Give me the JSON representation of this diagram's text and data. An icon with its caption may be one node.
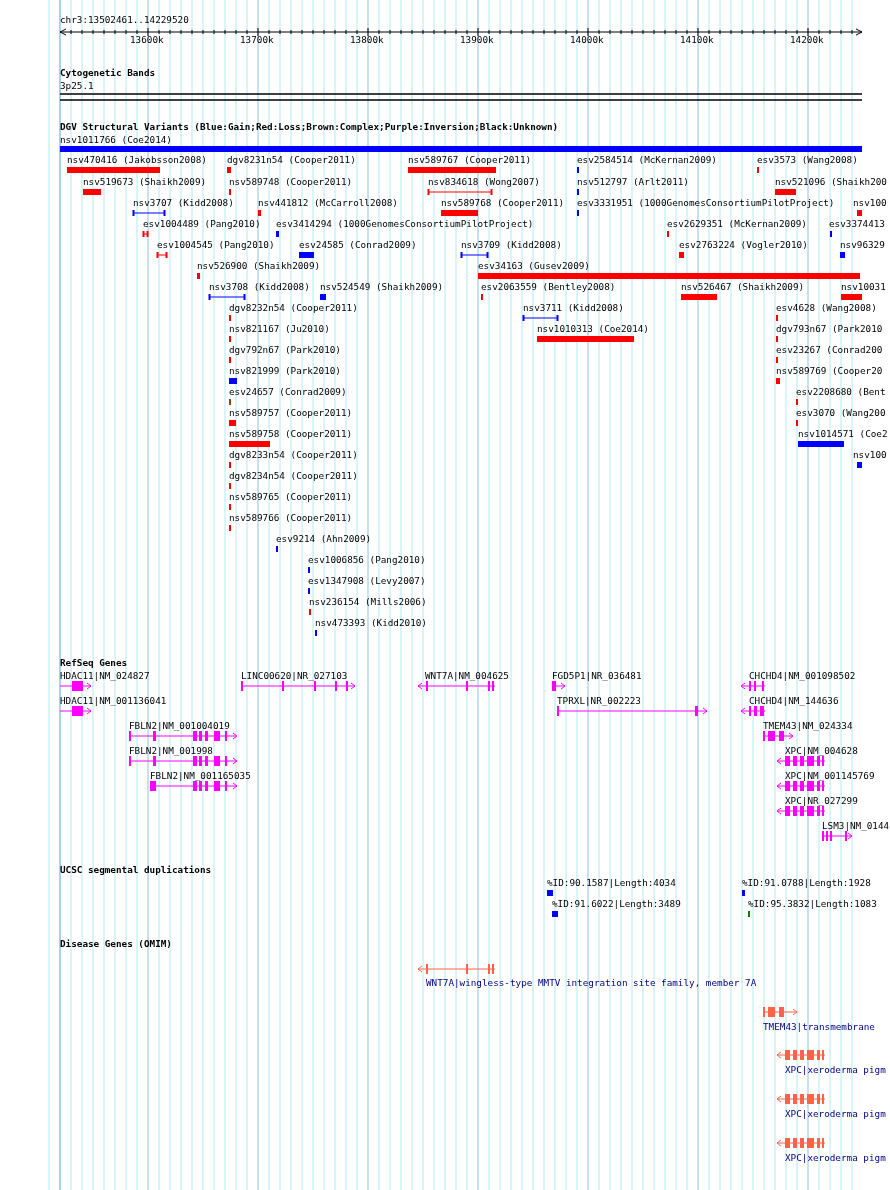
{
  "diagram": {
    "title": "chr3:13502461..14229520",
    "labels": [
      "13600k",
      "13700k",
      "13800k",
      "13900k",
      "14000k",
      "14100k",
      "14200k",
      "Cytogenetic Bands",
      "3p25.1",
      "DGV Structural Variants (Blue:Gain;Red:Loss;Brown:Complex;Purple:Inversion;Black:Unknown)",
      "nsv1011766 (Coe2014)",
      "nsv470416 (Jakobsson2008)",
      "dgv8231n54 (Cooper2011)",
      "nsv589767 (Cooper2011)",
      "esv2584514 (McKernan2009)",
      "esv3573 (Wang2008)",
      "nsv519673 (Shaikh2009)",
      "nsv589748 (Cooper2011)",
      "nsv834618 (Wong2007)",
      "nsv512797 (Arlt2011)",
      "nsv521096 (Shaikh200",
      "nsv3707 (Kidd2008)",
      "nsv441812 (McCarroll2008)",
      "nsv589768 (Cooper2011)",
      "esv3331951 (1000GenomesConsortiumPilotProject)",
      "nsv100",
      "esv1004489 (Pang2010)",
      "esv3414294 (1000GenomesConsortiumPilotProject)",
      "esv2629351 (McKernan2009)",
      "esv3374413",
      "esv1004545 (Pang2010)",
      "esv24585 (Conrad2009)",
      "nsv3709 (Kidd2008)",
      "esv2763224 (Vogler2010)",
      "nsv96329",
      "nsv526900 (Shaikh2009)",
      "esv34163 (Gusev2009)",
      "nsv3708 (Kidd2008)",
      "nsv524549 (Shaikh2009)",
      "esv2063559 (Bentley2008)",
      "nsv526467 (Shaikh2009)",
      "nsv10031",
      "dgv8232n54 (Cooper2011)",
      "nsv3711 (Kidd2008)",
      "esv4628 (Wang2008)",
      "nsv821167 (Ju2010)",
      "nsv1010313 (Coe2014)",
      "dgv793n67 (Park2010",
      "dgv792n67 (Park2010)",
      "esv23267 (Conrad200",
      "nsv821999 (Park2010)",
      "nsv589769 (Cooper20",
      "esv24657 (Conrad2009)",
      "esv2208680 (Bent",
      "nsv589757 (Cooper2011)",
      "esv3070 (Wang200",
      "nsv589758 (Cooper2011)",
      "nsv1014571 (Coe2",
      "dgv8233n54 (Cooper2011)",
      "nsv100",
      "dgv8234n54 (Cooper2011)",
      "nsv589765 (Cooper2011)",
      "nsv589766 (Cooper2011)",
      "esv9214 (Ahn2009)",
      "esv1006856 (Pang2010)",
      "esv1347908 (Levy2007)",
      "nsv236154 (Mills2006)",
      "nsv473393 (Kidd2010)",
      "RefSeq Genes",
      "HDAC11|NM_024827",
      "LINC00620|NR_027103",
      "WNT7A|NM_004625",
      "FGD5P1|NR_036481",
      "CHCHD4|NM_001098502",
      "HDAC11|NM_001136041",
      "TPRXL|NR_002223",
      "CHCHD4|NM_144636",
      "FBLN2|NM_001004019",
      "TMEM43|NM_024334",
      "FBLN2|NM_001998",
      "XPC|NM_004628",
      "FBLN2|NM_001165035",
      "XPC|NM_001145769",
      "XPC|NR_027299",
      "LSM3|NM_0144",
      "UCSC segmental duplications",
      "%ID:90.1587|Length:4034",
      "%ID:91.0788|Length:1928",
      "%ID:91.6022|Length:3489",
      "%ID:95.3832|Length:1083",
      "Disease Genes (OMIM)",
      "WNT7A|wingless-type MMTV integration site family, member 7A",
      "TMEM43|transmembrane",
      "XPC|xeroderma pigm",
      "XPC|xeroderma pigm",
      "XPC|xeroderma pigm"
    ]
  }
}
